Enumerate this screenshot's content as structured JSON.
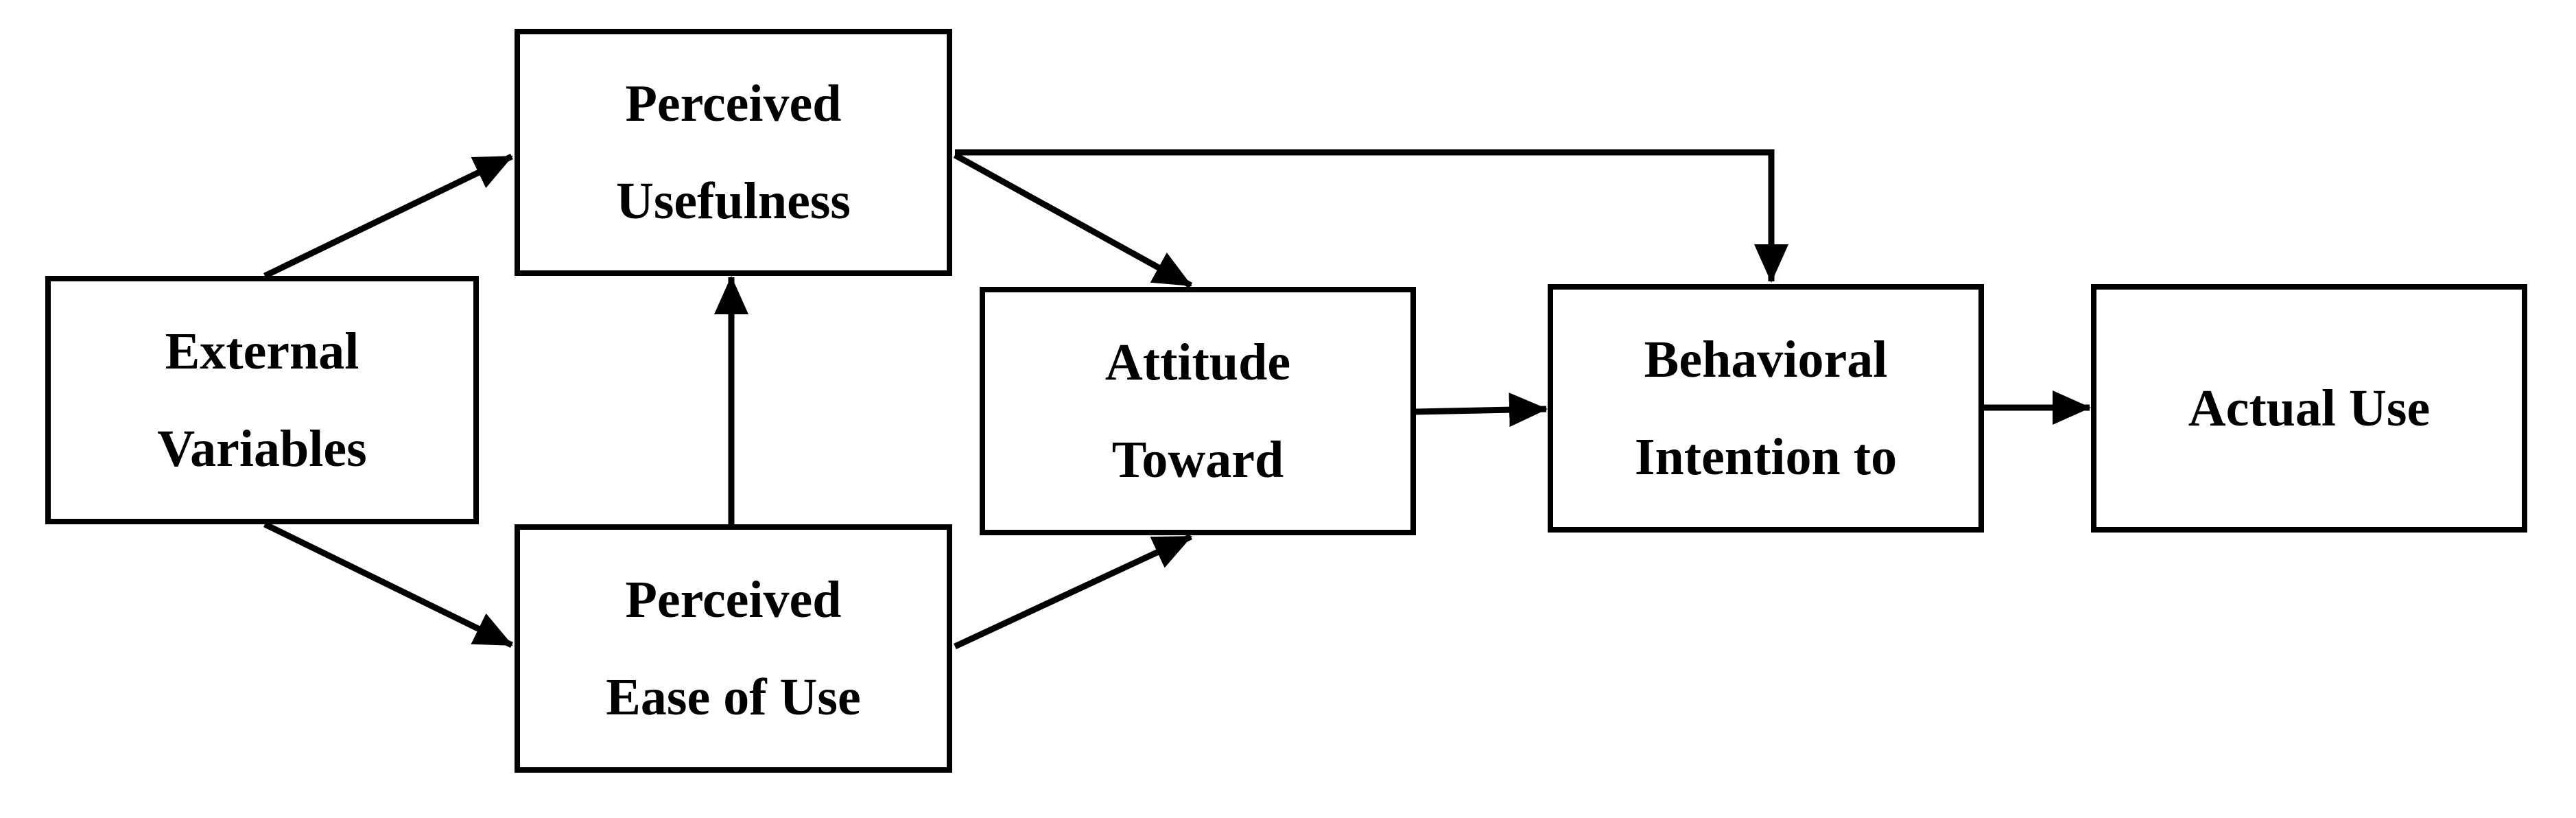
{
  "diagram": {
    "colors": {
      "stroke": "#000000",
      "background": "#ffffff"
    },
    "nodes": {
      "external": {
        "line1": "External",
        "line2": "Variables"
      },
      "usefulness": {
        "line1": "Perceived",
        "line2": "Usefulness"
      },
      "ease": {
        "line1": "Perceived",
        "line2": "Ease of Use"
      },
      "attitude": {
        "line1": "Attitude",
        "line2": "Toward"
      },
      "intention": {
        "line1": "Behavioral",
        "line2": "Intention to"
      },
      "actual": {
        "line1": "Actual Use"
      }
    },
    "edges": [
      {
        "from": "external",
        "to": "usefulness"
      },
      {
        "from": "external",
        "to": "ease"
      },
      {
        "from": "ease",
        "to": "usefulness"
      },
      {
        "from": "usefulness",
        "to": "attitude"
      },
      {
        "from": "ease",
        "to": "attitude"
      },
      {
        "from": "usefulness",
        "to": "intention"
      },
      {
        "from": "attitude",
        "to": "intention"
      },
      {
        "from": "intention",
        "to": "actual"
      }
    ]
  }
}
